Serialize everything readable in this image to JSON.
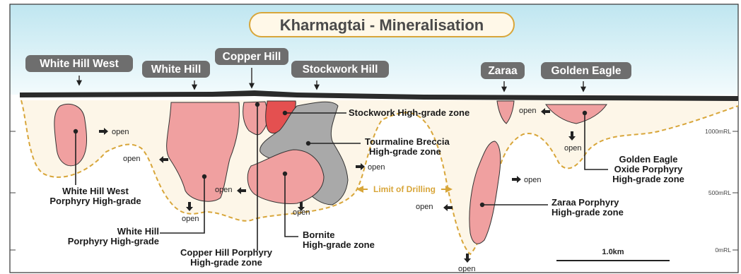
{
  "title": "Kharmagtai - Mineralisation",
  "colors": {
    "sky_top": "#bfe6f0",
    "sky_bottom": "#f3fbfd",
    "ground": "#fdf6e8",
    "drill_limit": "#d8a63a",
    "orebody": "#f0a0a0",
    "orebody_dark": "#e45050",
    "breccia": "#a9a9a9",
    "tag_bg": "#6e6e6e"
  },
  "prospects": [
    "White Hill West",
    "White Hill",
    "Copper Hill",
    "Stockwork Hill",
    "Zaraa",
    "Golden Eagle"
  ],
  "labels": {
    "stockwork": "Stockwork High-grade zone",
    "tourmaline_1": "Tourmaline Breccia",
    "tourmaline_2": "High-grade zone",
    "whw_1": "White Hill West",
    "whw_2": "Porphyry High-grade",
    "wh_1": "White Hill",
    "wh_2": "Porphyry High-grade",
    "ch_1": "Copper Hill Porphyry",
    "ch_2": "High-grade zone",
    "bornite_1": "Bornite",
    "bornite_2": "High-grade zone",
    "zaraa_1": "Zaraa Porphyry",
    "zaraa_2": "High-grade zone",
    "ge_1": "Golden Eagle",
    "ge_2": "Oxide Porphyry",
    "ge_3": "High-grade zone",
    "limit": "Limit of Drilling",
    "open": "open"
  },
  "elevation_labels": [
    "1000mRL",
    "500mRL",
    "0mRL"
  ],
  "scale_bar": "1.0km"
}
